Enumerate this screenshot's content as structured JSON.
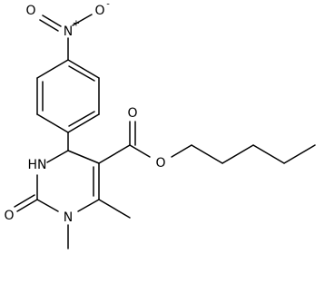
{
  "structure": {
    "atoms": {
      "nitro_o_left": "O",
      "nitro_n": "N",
      "nitro_n_charge": "+",
      "nitro_o_right": "O",
      "nitro_o_right_charge": "-",
      "ester_o_carbonyl": "O",
      "ester_o_ether": "O",
      "ring_nh": "HN",
      "urea_o": "O",
      "ring_n_methyl": "N"
    }
  },
  "colors": {
    "ink": "#000000",
    "background": "#ffffff"
  }
}
